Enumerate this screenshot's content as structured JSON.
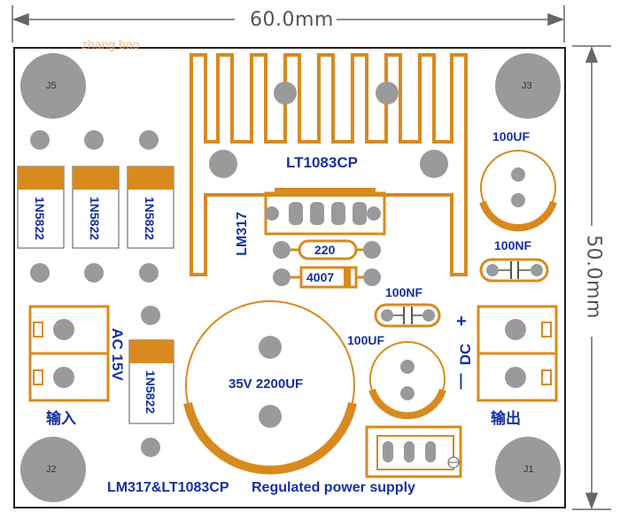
{
  "dimensions": {
    "width_label": "60.0mm",
    "height_label": "50.0mm"
  },
  "watermark": "zhang bao",
  "mount_holes": [
    "J5",
    "J3",
    "J2",
    "J1"
  ],
  "diodes": [
    "1N5822",
    "1N5822",
    "1N5822",
    "1N5822"
  ],
  "regulators": {
    "main": "LT1083CP",
    "alt": "LM317"
  },
  "resistor": "220",
  "rectifier_diode": "4007",
  "capacitors": {
    "top_right_electrolytic": "100UF",
    "top_right_ceramic": "100NF",
    "mid_ceramic": "100NF",
    "mid_electrolytic": "100UF",
    "main_electrolytic": "35V 2200UF"
  },
  "input": {
    "label": "AC 15V",
    "cn_label": "输入"
  },
  "output": {
    "plus": "+",
    "label": "DC",
    "minus": "—",
    "cn_label": "输出"
  },
  "footer": {
    "model": "LM317&LT1083CP",
    "title": "Regulated power supply"
  },
  "colors": {
    "trace": "#d88a1e",
    "label": "#1530a0",
    "hole": "#9a9a9a"
  }
}
